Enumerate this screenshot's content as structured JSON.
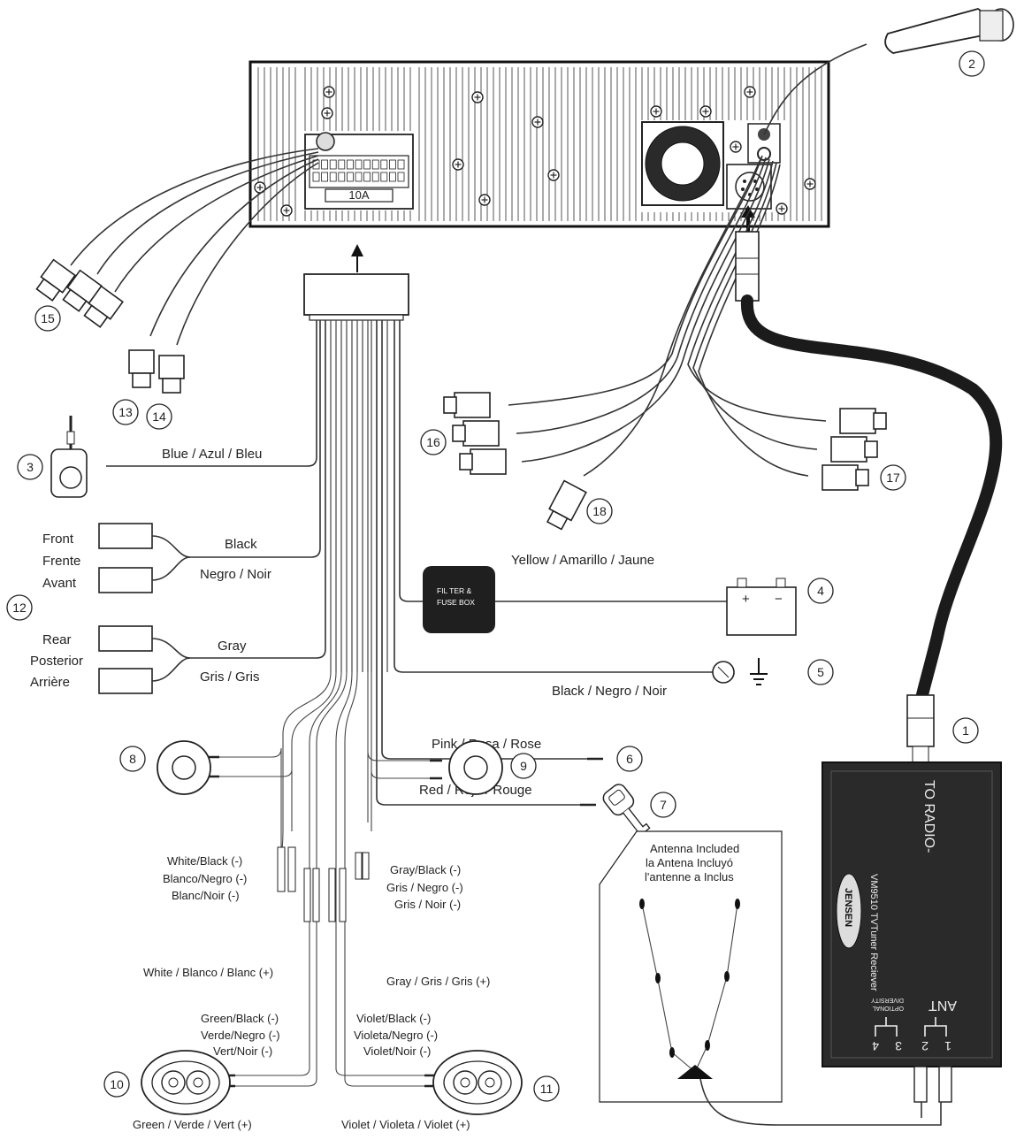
{
  "unit": {
    "fuse_label": "10A"
  },
  "filter_box": {
    "line1": "FIL TER    &",
    "line2": "FUSE  BOX"
  },
  "tuner": {
    "to_radio": "TO RADIO-",
    "brand": "JENSEN",
    "model": "VM9510 TVTuner Reciever",
    "ant_label": "ANT",
    "diversity_line1": "OPTIONAL",
    "diversity_line2": "DIVERSITY",
    "ports": [
      "1",
      "2",
      "3",
      "4"
    ]
  },
  "antenna_note": {
    "line1": "Antenna  Included",
    "line2": "la Antena  Incluyó",
    "line3": "l'antenne  a Inclus"
  },
  "wires": {
    "blue": "Blue  / Azul  / Bleu",
    "black_front": "Black",
    "negro_noir_front": "Negro  / Noir",
    "gray_rear": "Gray",
    "gris_rear": "Gris  / Gris",
    "yellow": "Yellow  / Amarillo   / Jaune",
    "black_ground": "Black   / Negro  / Noir",
    "pink": "Pink  / Rosa   / Rose",
    "red": "Red  / Rojo  / Rouge"
  },
  "rca": {
    "front_en": "Front",
    "front_es": "Frente",
    "front_fr": "Avant",
    "rear_en": "Rear",
    "rear_es": "Posterior",
    "rear_fr": "Arrière"
  },
  "speakers": {
    "white_neg_1": "White/Black  (-)",
    "white_neg_2": "Blanco/Negro  (-)",
    "white_neg_3": "Blanc/Noir  (-)",
    "white_pos": "White  / Blanco  / Blanc  (+)",
    "gray_neg_1": "Gray/Black  (-)",
    "gray_neg_2": "Gris  / Negro  (-)",
    "gray_neg_3": "Gris  / Noir  (-)",
    "gray_pos": "Gray  / Gris  / Gris  (+)",
    "green_neg_1": "Green/Black  (-)",
    "green_neg_2": "Verde/Negro  (-)",
    "green_neg_3": "Vert/Noir (-)",
    "green_pos": "Green  / Verde  / Vert (+)",
    "violet_neg_1": "Violet/Black  (-)",
    "violet_neg_2": "Violeta/Negro  (-)",
    "violet_neg_3": "Violet/Noir  (-)",
    "violet_pos": "Violet / Violeta / Violet (+)"
  },
  "callouts": [
    "1",
    "2",
    "3",
    "4",
    "5",
    "6",
    "7",
    "8",
    "9",
    "10",
    "11",
    "12",
    "13",
    "14",
    "15",
    "16",
    "17",
    "18"
  ]
}
